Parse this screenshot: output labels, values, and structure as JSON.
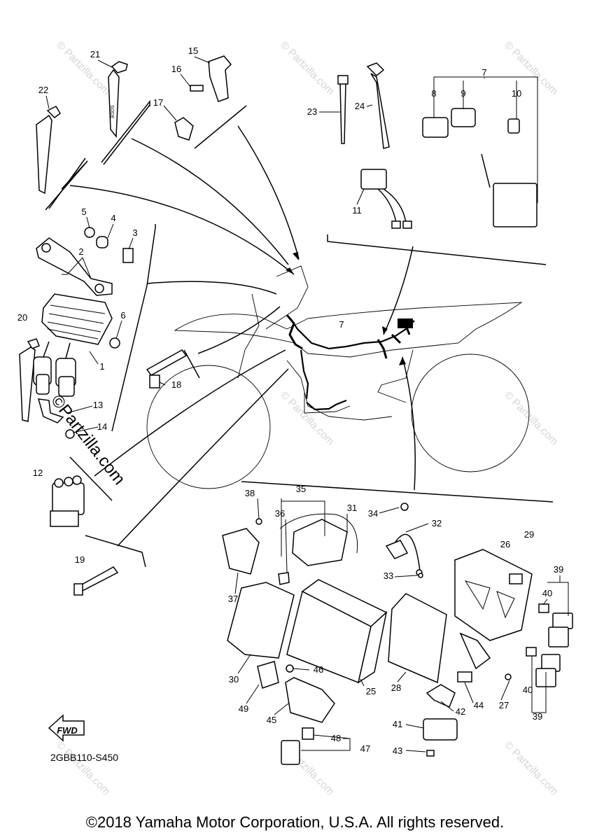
{
  "diagram": {
    "code": "2GBB110-S450",
    "fwd_label": "FWD",
    "watermark": "© Partzilla.com",
    "watermark_large": "©Partzilla.com",
    "strap_text": "SODE",
    "part_numbers": [
      "1",
      "2",
      "3",
      "4",
      "5",
      "6",
      "7",
      "8",
      "9",
      "10",
      "11",
      "12",
      "13",
      "14",
      "15",
      "16",
      "17",
      "18",
      "19",
      "20",
      "21",
      "22",
      "23",
      "24",
      "25",
      "26",
      "27",
      "28",
      "29",
      "30",
      "31",
      "32",
      "33",
      "34",
      "35",
      "36",
      "37",
      "38",
      "39",
      "40",
      "41",
      "42",
      "43",
      "44",
      "45",
      "46",
      "47",
      "48",
      "49"
    ]
  },
  "footer": {
    "copyright": "©2018 Yamaha Motor Corporation, U.S.A. All rights reserved."
  }
}
